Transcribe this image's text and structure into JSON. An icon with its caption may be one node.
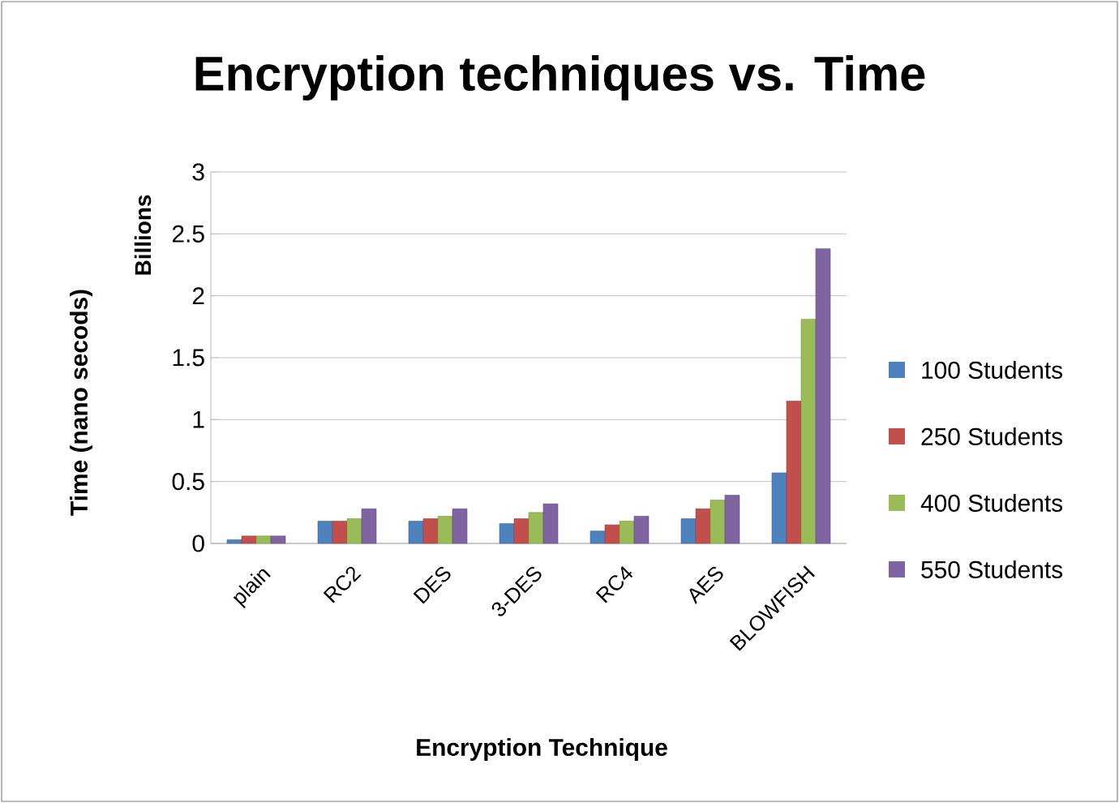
{
  "diagram": {
    "labels": [
      "Billions"
    ],
    "chart_data": {
      "type": "bar",
      "title": "Encryption techniques vs. Time",
      "xlabel": "Encryption Technique",
      "ylabel": "Time (nano secods)",
      "categories": [
        "plain",
        "RC2",
        "DES",
        "3-DES",
        "RC4",
        "AES",
        "BLOWFISH"
      ],
      "series": [
        {
          "name": "100 Students",
          "color": "#4f81bd",
          "values": [
            0.03,
            0.18,
            0.18,
            0.16,
            0.1,
            0.2,
            0.57
          ]
        },
        {
          "name": "250 Students",
          "color": "#c0504d",
          "values": [
            0.06,
            0.18,
            0.2,
            0.2,
            0.15,
            0.28,
            1.15
          ]
        },
        {
          "name": "400 Students",
          "color": "#9bbb59",
          "values": [
            0.06,
            0.2,
            0.22,
            0.25,
            0.18,
            0.35,
            1.81
          ]
        },
        {
          "name": "550 Students",
          "color": "#8064a2",
          "values": [
            0.06,
            0.28,
            0.28,
            0.32,
            0.22,
            0.39,
            2.38
          ]
        }
      ],
      "grid": "y",
      "legend": "right",
      "ylim": [
        0,
        3
      ],
      "yticks": [
        0,
        0.5,
        1,
        1.5,
        2,
        2.5,
        3
      ]
    }
  }
}
